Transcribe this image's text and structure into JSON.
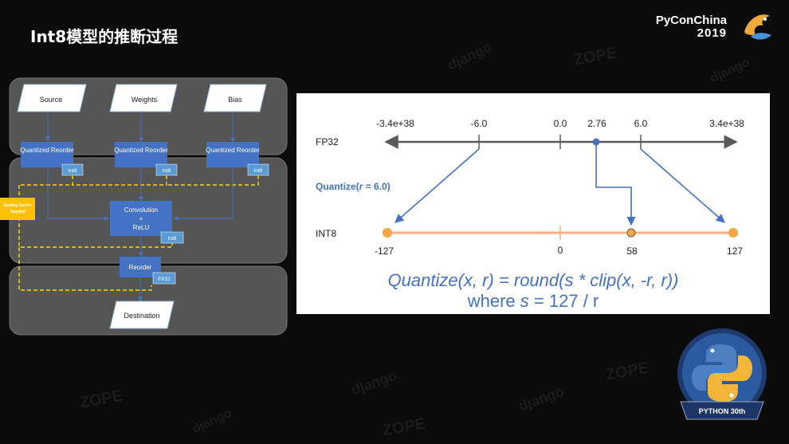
{
  "slide": {
    "title": "Int8模型的推断过程"
  },
  "brand": {
    "line1": "PyConChina",
    "line2": "2019",
    "logo_icon": "dragon-logo-icon"
  },
  "background_marks": [
    "django",
    "django",
    "django",
    "django",
    "django",
    "ZOPE",
    "ZOPE",
    "ZOPE",
    "ZOPE"
  ],
  "pipeline": {
    "inputs": [
      "Source",
      "Weights",
      "Bias"
    ],
    "reorders": [
      {
        "label": "Quantized Reorder",
        "tag": "Int8"
      },
      {
        "label": "Quantized Reorder",
        "tag": "Int8"
      },
      {
        "label": "Quantized Reorder",
        "tag": "Int8"
      }
    ],
    "conv": {
      "line1": "Convolution",
      "line2": "+",
      "line3": "ReLU",
      "tag": "Int8"
    },
    "scaling_note": {
      "line1": "Scaling Factor",
      "line2": "Applied"
    },
    "reorder": {
      "label": "Reorder",
      "tag": "FP32"
    },
    "output": "Destination",
    "colors": {
      "box": "#4472c4",
      "tag": "#5b9bd5",
      "dashed": "#ffd700",
      "note": "#ffc000",
      "band": "#555555"
    }
  },
  "quantize": {
    "fp32_label": "FP32",
    "int8_label": "INT8",
    "fp32_ticks": [
      "-3.4e+38",
      "-6.0",
      "0.0",
      "2.76",
      "6.0",
      "3.4e+38"
    ],
    "int8_ticks": [
      "-127",
      "0",
      "58",
      "127"
    ],
    "quantize_label_prefix": "Quantize(",
    "quantize_label_var": "r",
    "quantize_label_suffix": " = 6.0)",
    "formula_prefix": "Quantize",
    "formula_args": "(x, r)",
    "formula_mid": " = round(s * clip(x, -r, r))",
    "where_prefix": "where ",
    "where_var": "s",
    "where_suffix": " = 127 / r",
    "colors": {
      "axis": "#595959",
      "arrow": "#4472c4",
      "int8_line": "#f4b183",
      "int8_dot": "#f4a548",
      "text": "#4472c4"
    }
  },
  "badge": {
    "label": "PYTHON 30th",
    "icon": "python-logo-icon"
  }
}
